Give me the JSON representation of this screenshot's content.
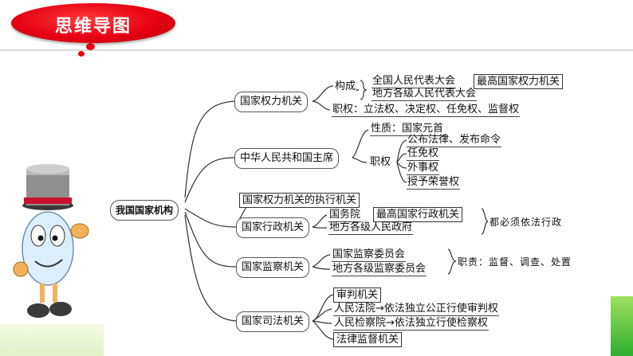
{
  "header": {
    "title": "思维导图"
  },
  "mindmap": {
    "root": "我国国家机构",
    "b1": {
      "title": "国家权力机关",
      "gouzheng": "构成",
      "npc": "全国人民代表大会",
      "npc_note": "最高国家权力机关",
      "local": "地方各级人民代表大会",
      "duties": "职权：立法权、决定权、任免权、监督权"
    },
    "b2": {
      "title": "中华人民共和国主席",
      "nature": "性质：国家元首",
      "zhiquan": "职权",
      "powers": [
        "公布法律、发布命令",
        "任免权",
        "外事权",
        "授予荣誉权"
      ]
    },
    "b3": {
      "title": "国家行政机关",
      "exec_of": "国家权力机关的执行机关",
      "state_council": "国务院",
      "sc_note": "最高国家行政机关",
      "local_gov": "地方各级人民政府",
      "law_note": "都必须依法行政"
    },
    "b4": {
      "title": "国家监察机关",
      "national": "国家监察委员会",
      "local": "地方各级监察委员会",
      "duties": "职责：监督、调查、处置"
    },
    "b5": {
      "title": "国家司法机关",
      "judicial": "审判机关",
      "court": "人民法院→依法独立公正行使审判权",
      "procuratorate": "人民检察院→依法独立行使检察权",
      "legal_supervision": "法律监督机关"
    }
  },
  "colors": {
    "badge": "#e60012",
    "green": "#2fae2f"
  }
}
